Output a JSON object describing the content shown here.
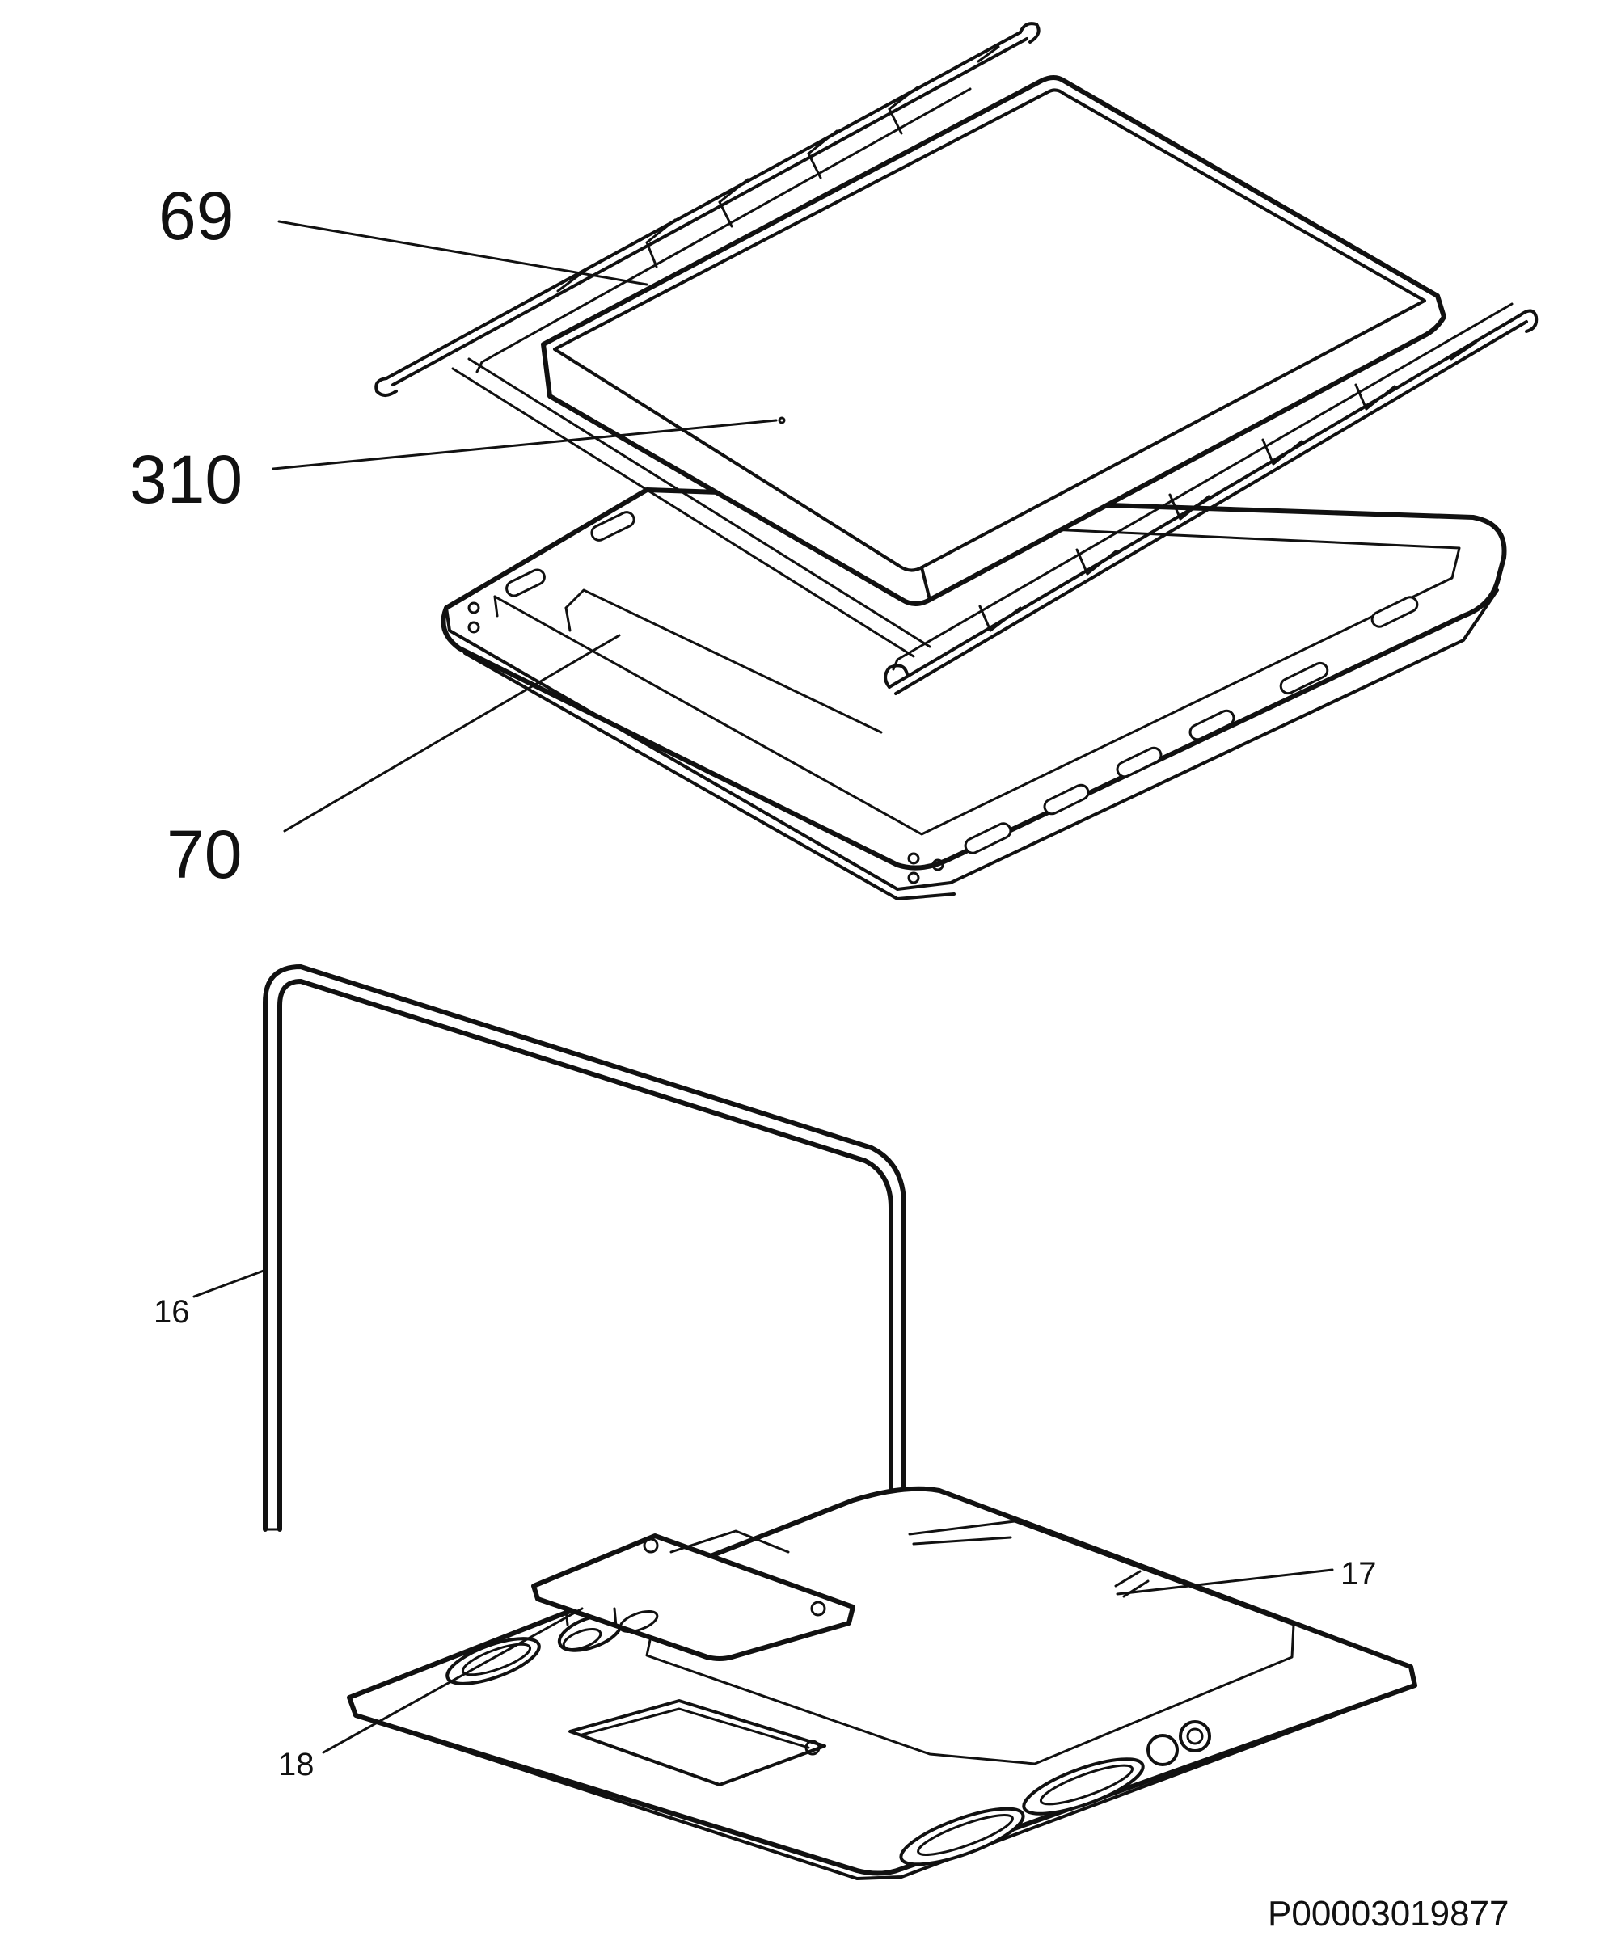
{
  "callouts": {
    "part_69": "69",
    "part_310": "310",
    "part_70": "70",
    "part_16": "16",
    "part_17": "17",
    "part_18": "18"
  },
  "drawing_code": "P00003019877"
}
